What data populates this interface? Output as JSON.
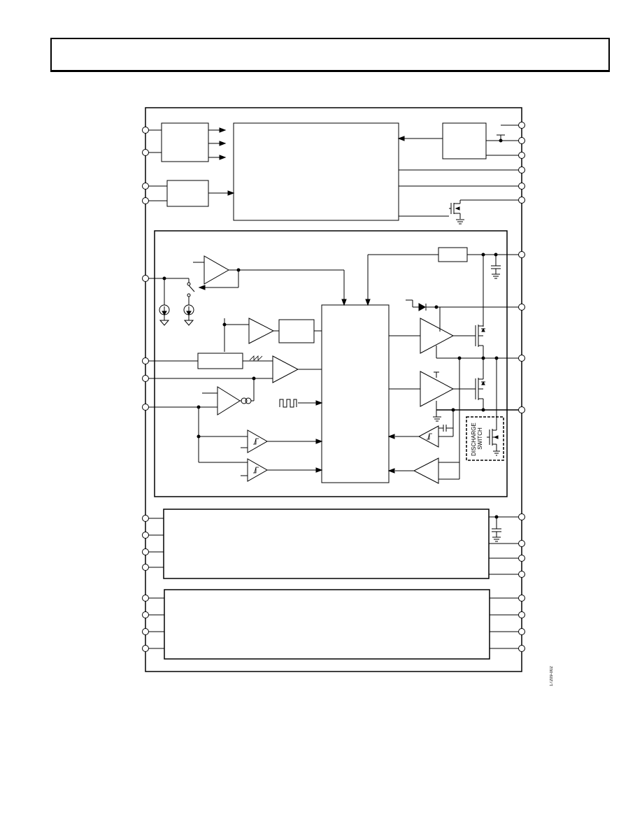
{
  "header": {
    "title": ""
  },
  "diagram": {
    "discharge_switch_label_line1": "DISCHARGE",
    "discharge_switch_label_line2": "SWITCH",
    "figure_code": "17209-002"
  },
  "colors": {
    "ink": "#000000",
    "paper": "#ffffff"
  }
}
